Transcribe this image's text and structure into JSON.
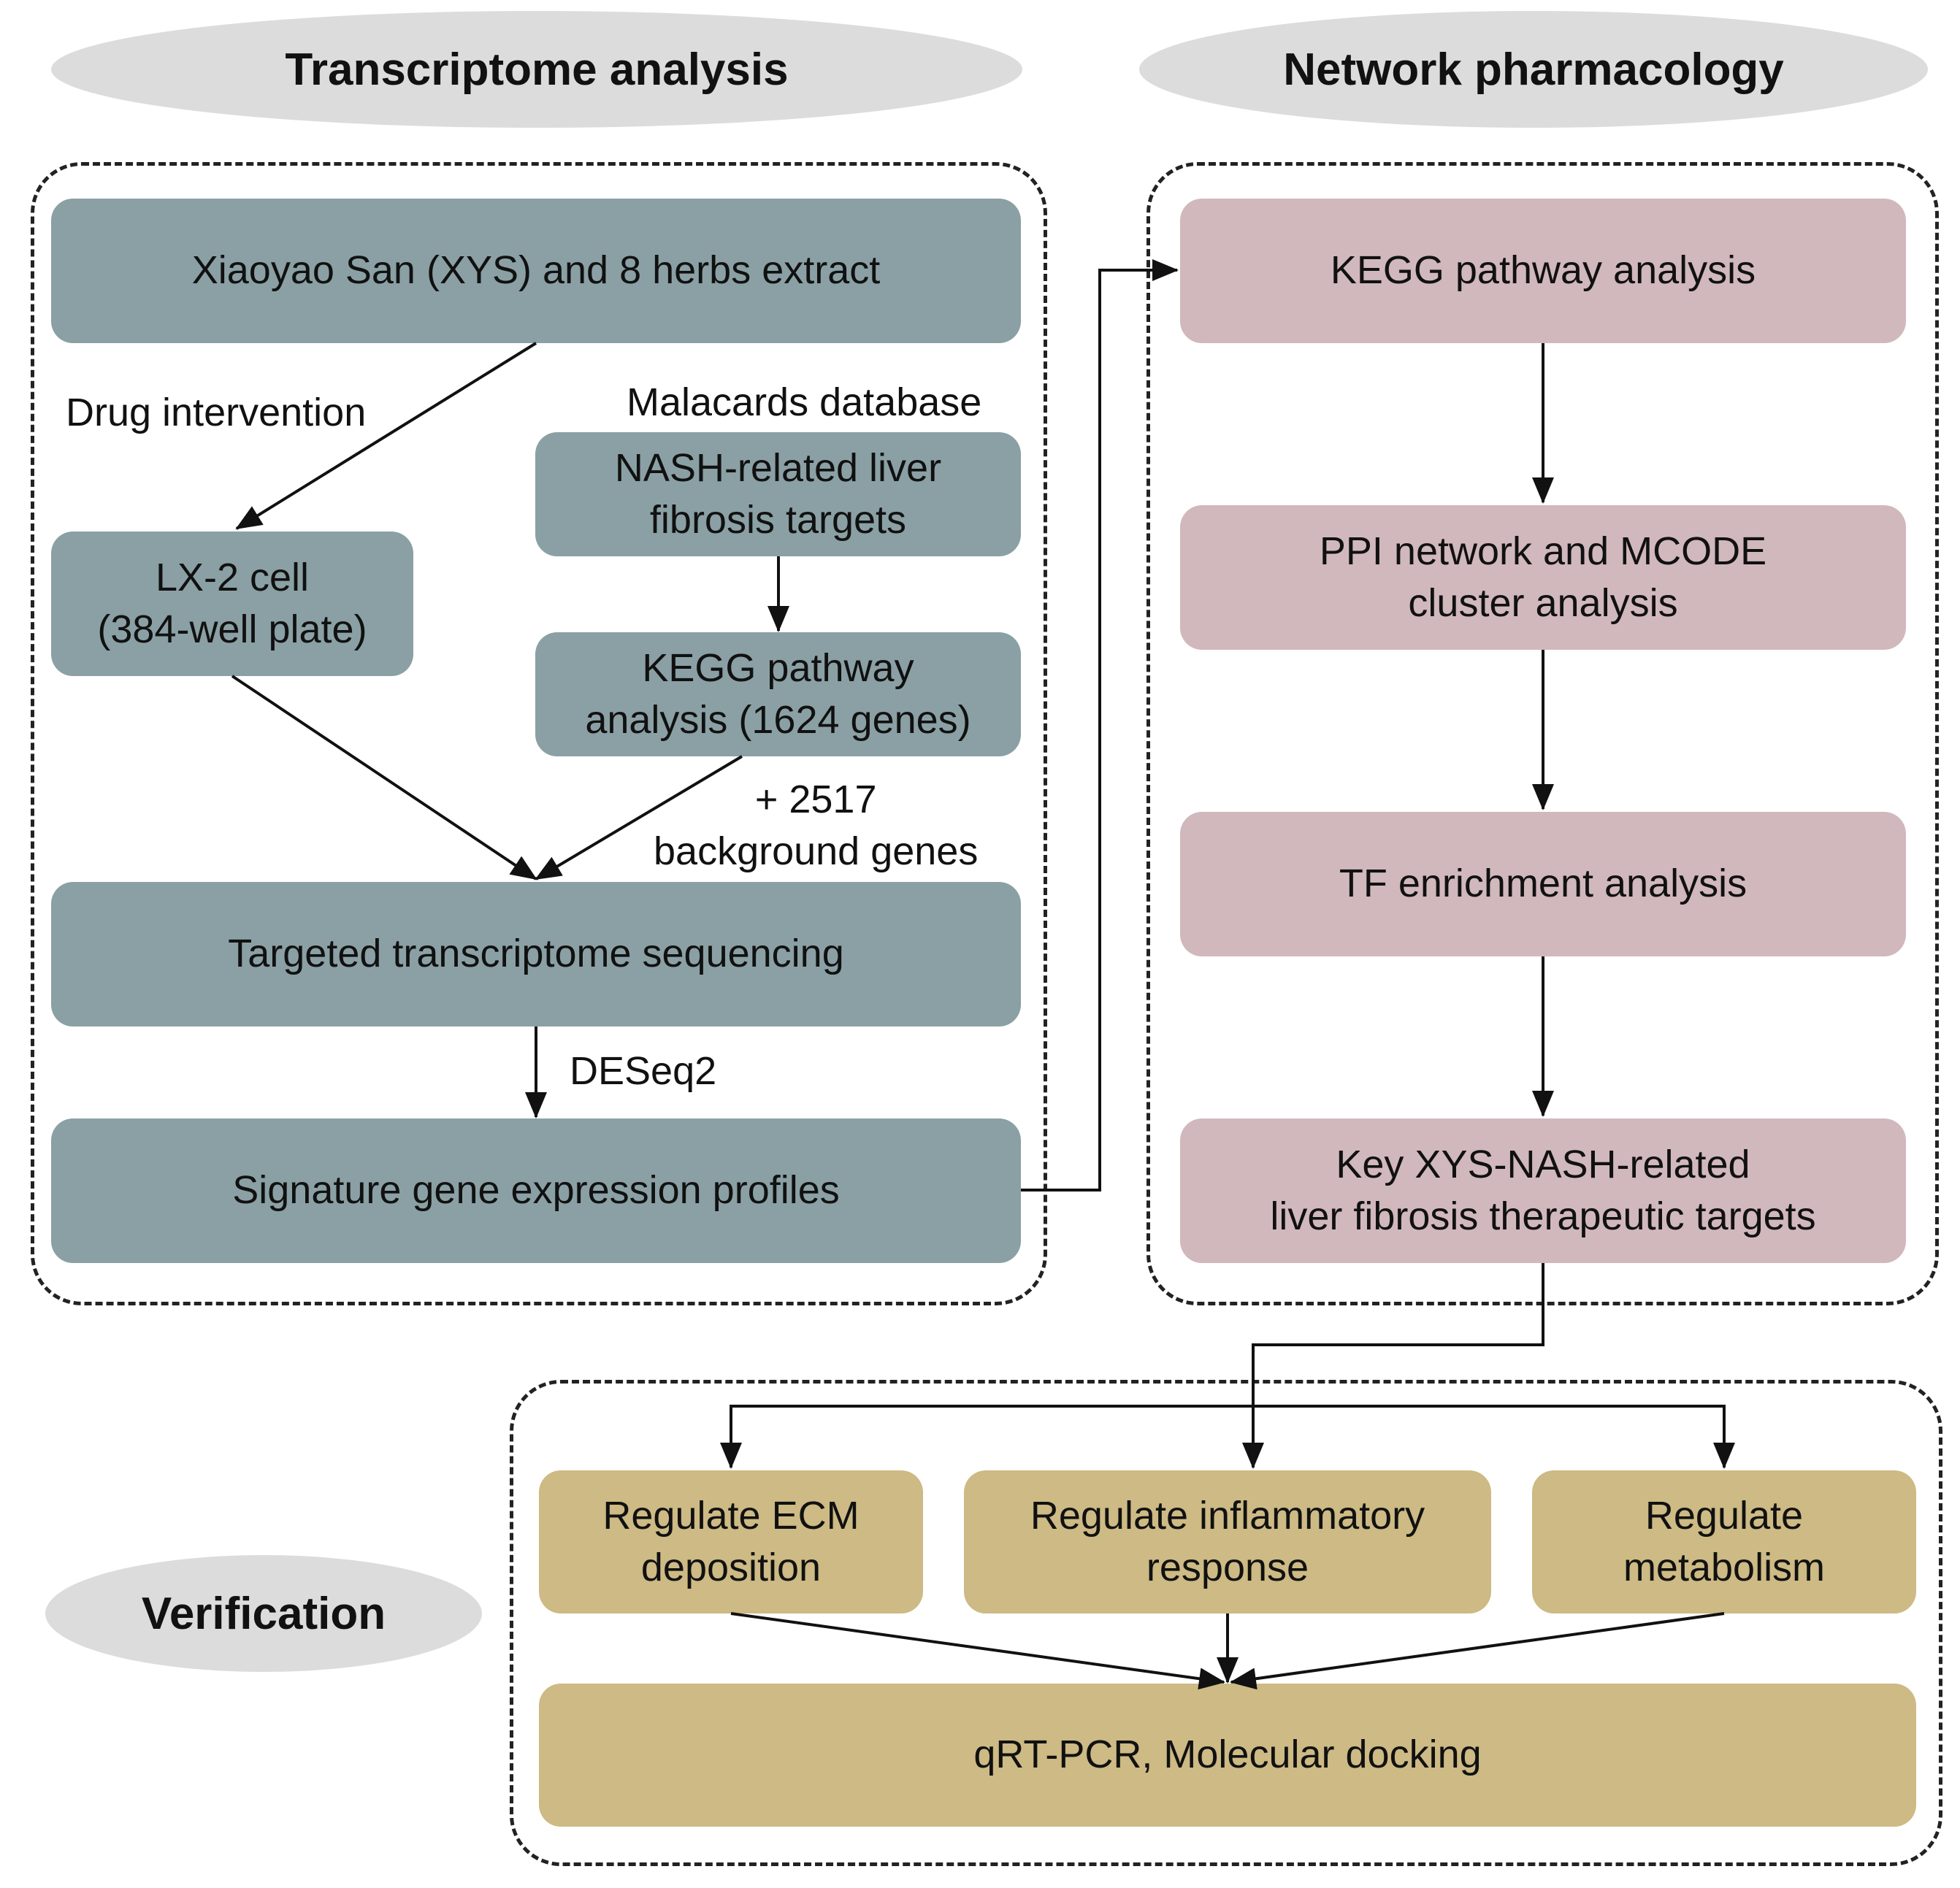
{
  "headers": {
    "transcriptome": "Transcriptome analysis",
    "network": "Network pharmacology",
    "verification": "Verification"
  },
  "transcriptome": {
    "xys_box": "Xiaoyao San (XYS) and 8 herbs extract",
    "drug_intervention": "Drug intervention",
    "malacards": "Malacards database",
    "lx2_box": "LX-2 cell\n(384-well plate)",
    "nash_box": "NASH-related liver\nfibrosis targets",
    "kegg_genes_box": "KEGG pathway\nanalysis (1624 genes)",
    "background_label": "+ 2517\nbackground genes",
    "sequencing_box": "Targeted transcriptome sequencing",
    "deseq2": "DESeq2",
    "signature_box": "Signature gene expression profiles"
  },
  "network": {
    "kegg_box": "KEGG pathway analysis",
    "ppi_box": "PPI network and MCODE\ncluster analysis",
    "tf_box": "TF enrichment analysis",
    "targets_box": "Key XYS-NASH-related\nliver fibrosis therapeutic targets"
  },
  "verification": {
    "ecm_box": "Regulate ECM\ndeposition",
    "inflammatory_box": "Regulate inflammatory\nresponse",
    "metabolism_box": "Regulate\nmetabolism",
    "assay_box": "qRT-PCR, Molecular docking"
  },
  "colors": {
    "transcriptome_box": "#8aa0a4",
    "network_box": "#d1b8bc",
    "verification_box": "#cdba84",
    "header_ellipse": "#dcdcdc"
  }
}
